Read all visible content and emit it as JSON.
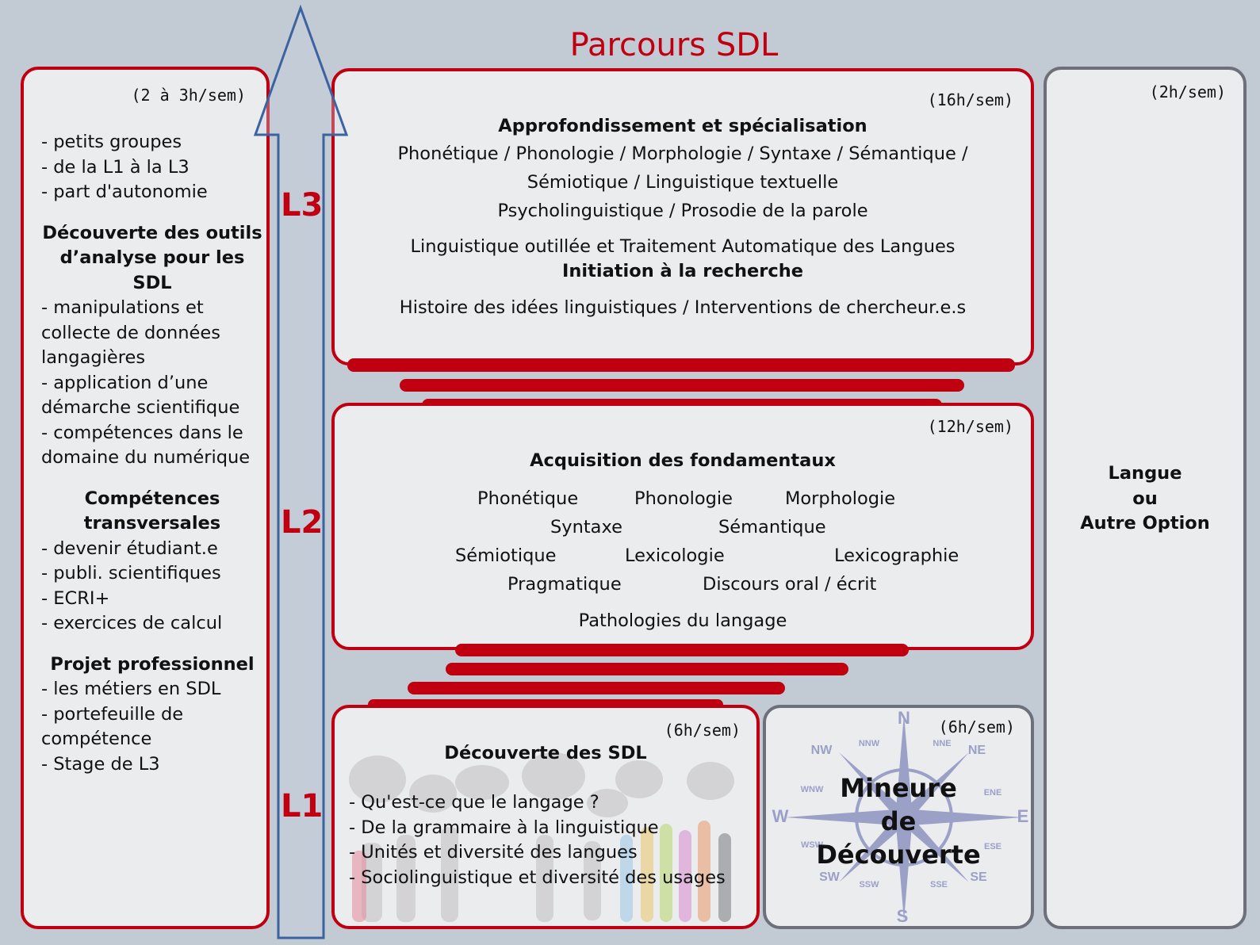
{
  "title": "Parcours SDL",
  "levels": [
    "L1",
    "L2",
    "L3"
  ],
  "left_panel": {
    "hours": "(2 à 3h/sem)",
    "intro": [
      "- petits groupes",
      "- de la L1 à la L3",
      "- part d'autonomie"
    ],
    "section1": {
      "heading": "Découverte des outils d’analyse pour les SDL",
      "items": [
        "- manipulations et collecte de données langagières",
        "- application d’une démarche scientifique",
        "- compétences dans le domaine du numérique"
      ]
    },
    "section2": {
      "heading": "Compétences transversales",
      "items": [
        "- devenir étudiant.e",
        "- publi. scientifiques",
        "- ECRI+",
        "- exercices de calcul"
      ]
    },
    "section3": {
      "heading": "Projet professionnel",
      "items": [
        "- les métiers en SDL",
        "- portefeuille de compétence",
        "- Stage de L3"
      ]
    }
  },
  "l3": {
    "hours": "(16h/sem)",
    "heading": "Approfondissement et spécialisation",
    "lines": [
      "Phonétique / Phonologie / Morphologie / Syntaxe / Sémantique /",
      "Sémiotique / Linguistique textuelle",
      "Psycholinguistique / Prosodie de la parole"
    ],
    "tal": "Linguistique outillée et Traitement Automatique des Langues",
    "research_heading": "Initiation à la recherche",
    "research_line": "Histoire des idées linguistiques / Interventions de chercheur.e.s"
  },
  "l2": {
    "hours": "(12h/sem)",
    "heading": "Acquisition des fondamentaux",
    "topics": [
      "Phonétique",
      "Phonologie",
      "Morphologie",
      "Syntaxe",
      "Sémantique",
      "Sémiotique",
      "Lexicologie",
      "Lexicographie",
      "Pragmatique",
      "Discours oral / écrit",
      "Pathologies du langage"
    ]
  },
  "l1": {
    "hours": "(6h/sem)",
    "heading": "Découverte des SDL",
    "items": [
      "- Qu'est-ce que le langage ?",
      "- De la grammaire à la linguistique",
      "- Unités et diversité des langues",
      "- Sociolinguistique et diversité des usages"
    ]
  },
  "mineure": {
    "hours": "(6h/sem)",
    "label": [
      "Mineure",
      "de",
      "Découverte"
    ],
    "compass": [
      "N",
      "NNE",
      "NE",
      "ENE",
      "E",
      "ESE",
      "SE",
      "SSE",
      "S",
      "SSW",
      "SW",
      "WSW",
      "W",
      "WNW",
      "NW",
      "NNW"
    ]
  },
  "langue": {
    "hours": "(2h/sem)",
    "label": [
      "Langue",
      "ou",
      "Autre Option"
    ]
  },
  "colors": {
    "accent_red": "#c00010",
    "arrow_blue": "#3b63a0",
    "panel_gray": "#6d6f7a",
    "background": "#c2cad4"
  }
}
